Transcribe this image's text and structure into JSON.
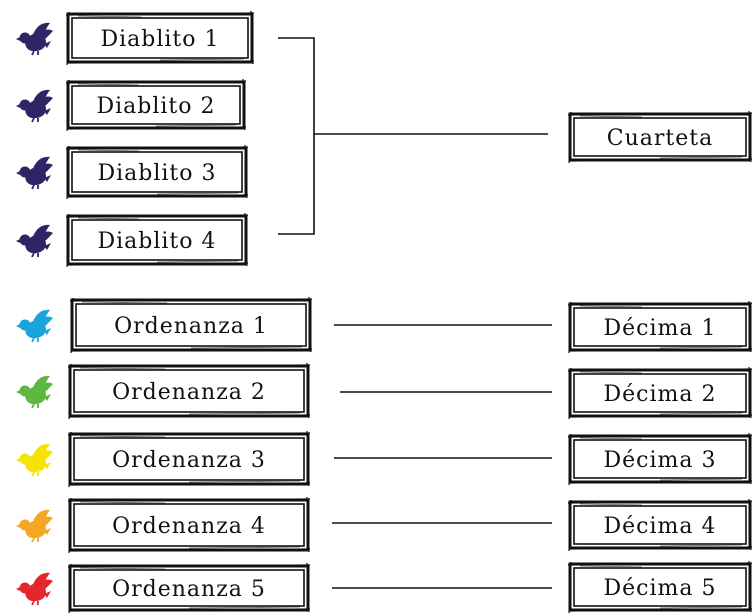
{
  "colors": {
    "diablito_bird": "#2d2566",
    "ordenanza_birds": [
      "#1aa3dc",
      "#5cb83f",
      "#f5e400",
      "#f5a623",
      "#e4262d"
    ],
    "box_border": "#111111",
    "line": "#111111",
    "background": "#ffffff"
  },
  "diablitos": [
    {
      "label": "Diablito 1",
      "icon": "bird-icon"
    },
    {
      "label": "Diablito 2",
      "icon": "bird-icon"
    },
    {
      "label": "Diablito 3",
      "icon": "bird-icon"
    },
    {
      "label": "Diablito 4",
      "icon": "bird-icon"
    }
  ],
  "cuarteta": {
    "label": "Cuarteta"
  },
  "ordenanzas": [
    {
      "label": "Ordenanza 1",
      "icon": "bird-icon"
    },
    {
      "label": "Ordenanza 2",
      "icon": "bird-icon"
    },
    {
      "label": "Ordenanza 3",
      "icon": "bird-icon"
    },
    {
      "label": "Ordenanza 4",
      "icon": "bird-icon"
    },
    {
      "label": "Ordenanza 5",
      "icon": "bird-icon"
    }
  ],
  "decimas": [
    {
      "label": "Décima 1"
    },
    {
      "label": "Décima 2"
    },
    {
      "label": "Décima 3"
    },
    {
      "label": "Décima 4"
    },
    {
      "label": "Décima 5"
    }
  ]
}
